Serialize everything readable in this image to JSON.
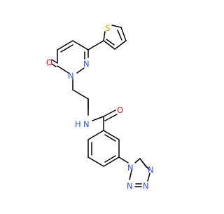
{
  "molecule": {
    "atom_labels": {
      "o_carbonyl_top": "O",
      "n1_pyridazinone": "N",
      "n2_pyridazinone": "N",
      "s_thiophene": "S",
      "nh_amide": "N",
      "h_amide": "H",
      "o_amide": "O",
      "n1_tetrazole": "N",
      "n2_tetrazole": "N",
      "n3_tetrazole": "N",
      "n4_tetrazole": "N"
    },
    "colors": {
      "oxygen": "#ff0d0d",
      "nitrogen": "#3050f8",
      "sulfur": "#c8a800",
      "bond": "#000000",
      "background": "#ffffff"
    }
  }
}
